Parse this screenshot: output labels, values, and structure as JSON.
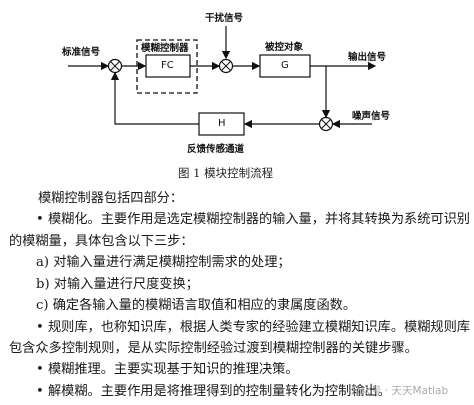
{
  "diagram": {
    "input_signal": "标准信号",
    "controller_group": "模糊控制器",
    "disturbance": "干扰信号",
    "plant_label": "被控对象",
    "output_signal": "输出信号",
    "noise": "噪声信号",
    "feedback_channel": "反馈传感通道",
    "block_fc": "FC",
    "block_g": "G",
    "block_h": "H"
  },
  "caption": "图 1  模块控制流程",
  "body": {
    "intro": "模糊控制器包括四部分：",
    "item1_line1": "• 模糊化。主要作用是选定模糊控制器的输入量，并将其转换为系统可识别",
    "item1_line2": "的模糊量，具体包含以下三步：",
    "sub_a": "a)  对输入量进行满足模糊控制需求的处理；",
    "sub_b": "b)  对输入量进行尺度变换；",
    "sub_c": "c)  确定各输入量的模糊语言取值和相应的隶属度函数。",
    "item2_line1": "• 规则库，也称知识库，根据人类专家的经验建立模糊知识库。模糊规则库",
    "item2_line2": "包含众多控制规则，是从实际控制经验过渡到模糊控制器的关键步骤。",
    "item3": "• 模糊推理。主要实现基于知识的推理决策。",
    "item4": "• 解模糊。主要作用是将推理得到的控制量转化为控制输出。"
  },
  "watermark": "公众号 · 天天Matlab"
}
